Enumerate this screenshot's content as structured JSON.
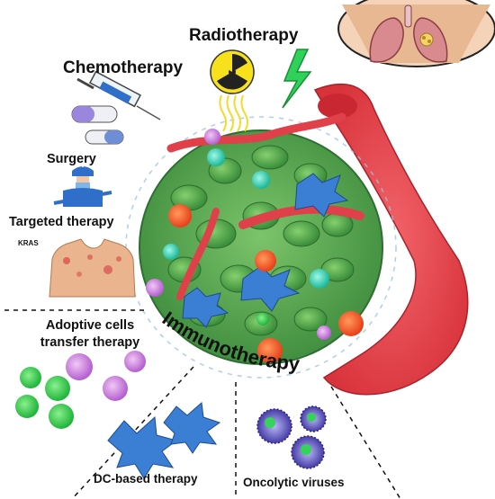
{
  "labels": {
    "radiotherapy": "Radiotherapy",
    "chemotherapy": "Chemotherapy",
    "surgery": "Surgery",
    "targeted_therapy": "Targeted therapy",
    "kras": "KRAS",
    "adoptive_line1": "Adoptive cells",
    "adoptive_line2": "transfer therapy",
    "immunotherapy": "Immunotherapy",
    "dc_based": "DC-based therapy",
    "oncolytic": "Oncolytic viruses"
  },
  "colors": {
    "tumor_green": "#4ea24a",
    "vessel_red": "#e8434b",
    "radiation_yellow": "#f6e11c",
    "lightning_green": "#2fd15a",
    "dc_blue": "#3b7fd4",
    "tcell_green": "#3ecb4f",
    "tcell_purple": "#c77ad8",
    "virus_purple": "#4a3fa8"
  },
  "icons": [
    "syringe-icon",
    "pill-icon",
    "surgeon-icon",
    "torso-icon",
    "lungs-icon",
    "radiation-icon",
    "lightning-icon"
  ]
}
